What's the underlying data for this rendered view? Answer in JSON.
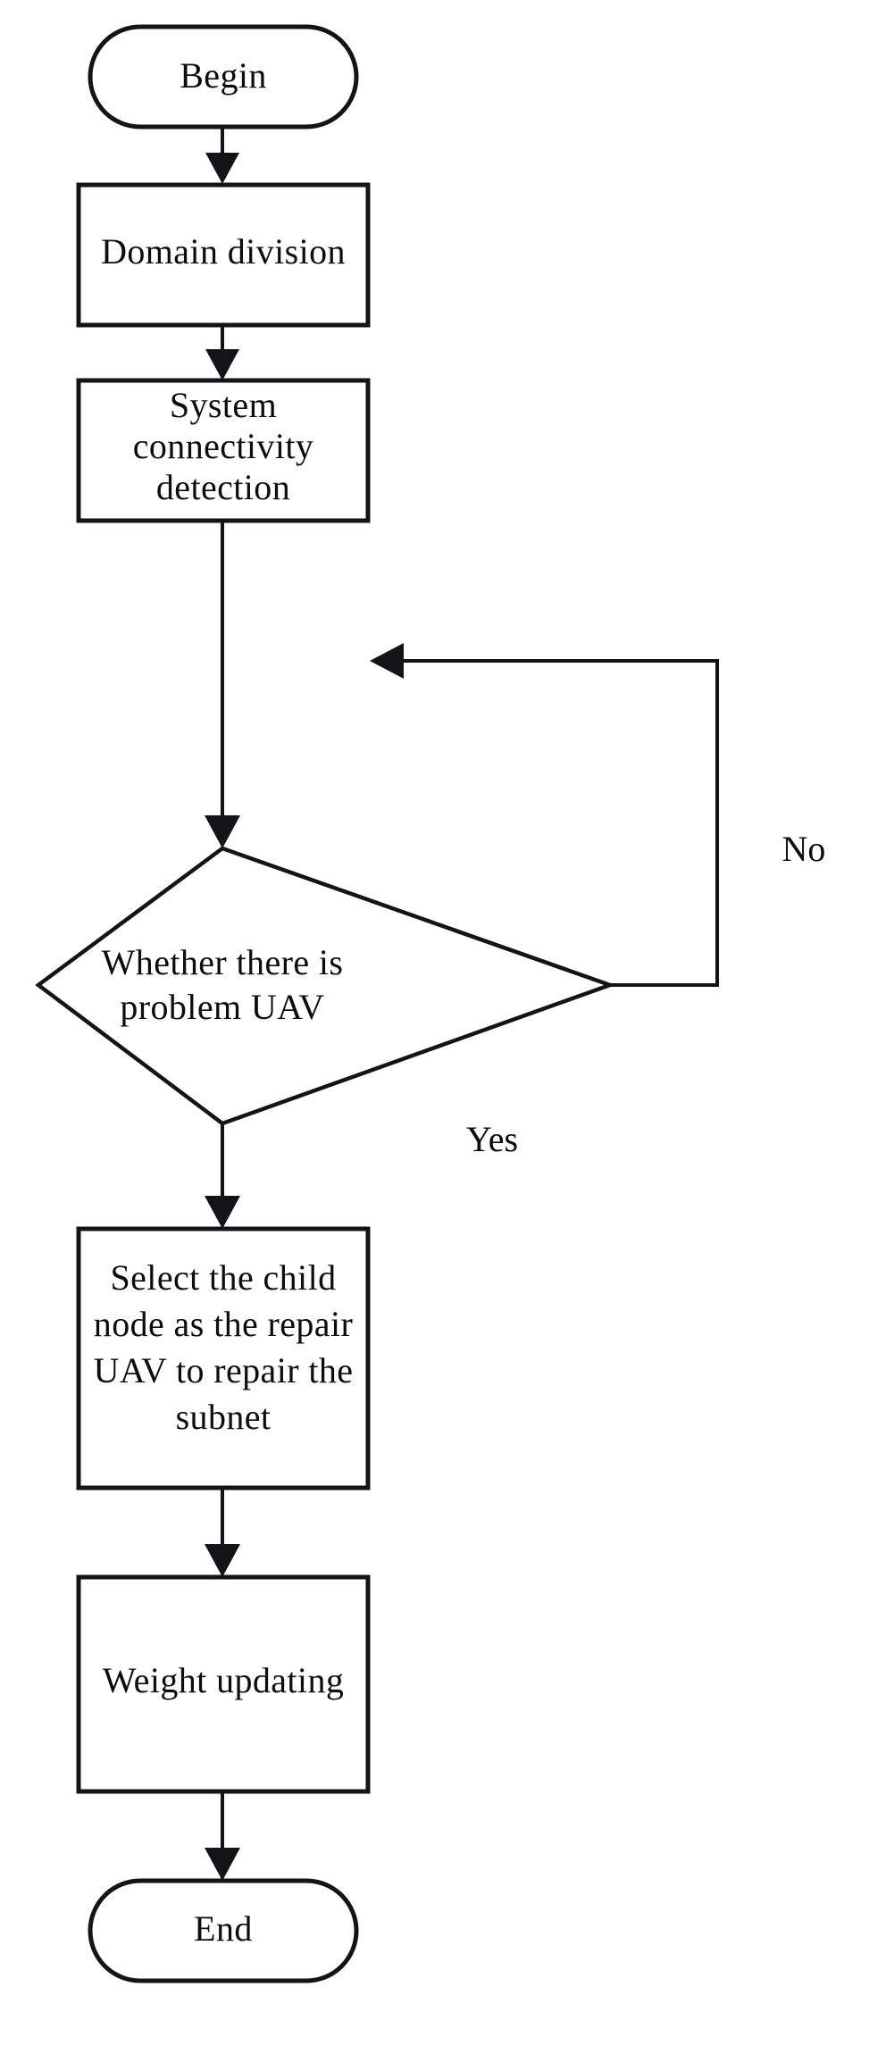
{
  "diagram": {
    "type": "flowchart",
    "title": "",
    "orientation": "top-to-bottom",
    "background_color": "#ffffff",
    "stroke_color": "#111418",
    "text_color": "#0b0d10",
    "nodes": [
      {
        "id": "begin",
        "shape": "terminator",
        "label": "Begin",
        "lines": [
          "Begin"
        ]
      },
      {
        "id": "domain-division",
        "shape": "process",
        "label": "Domain division",
        "lines": [
          "Domain division"
        ]
      },
      {
        "id": "system-connectivity-detection",
        "shape": "process",
        "label": "System connectivity detection",
        "lines": [
          "System",
          "connectivity",
          "detection"
        ]
      },
      {
        "id": "whether-problem-uav",
        "shape": "decision",
        "label": "Whether there is problem UAV",
        "lines": [
          "Whether there is",
          "problem UAV"
        ]
      },
      {
        "id": "select-child-node",
        "shape": "process",
        "label": "Select the child node as the repair UAV to repair the subnet",
        "lines": [
          "Select the child",
          "node as the repair",
          "UAV to repair the",
          "subnet"
        ]
      },
      {
        "id": "weight-updating",
        "shape": "process",
        "label": "Weight updating",
        "lines": [
          "Weight updating"
        ]
      },
      {
        "id": "end",
        "shape": "terminator",
        "label": "End",
        "lines": [
          "End"
        ]
      }
    ],
    "edges": [
      {
        "id": "e1",
        "from": "begin",
        "to": "domain-division",
        "label": ""
      },
      {
        "id": "e2",
        "from": "domain-division",
        "to": "system-connectivity-detection",
        "label": ""
      },
      {
        "id": "e3",
        "from": "system-connectivity-detection",
        "to": "whether-problem-uav",
        "label": ""
      },
      {
        "id": "e4",
        "from": "whether-problem-uav",
        "to": "system-connectivity-detection",
        "label": "No"
      },
      {
        "id": "e5",
        "from": "whether-problem-uav",
        "to": "select-child-node",
        "label": "Yes"
      },
      {
        "id": "e6",
        "from": "select-child-node",
        "to": "weight-updating",
        "label": ""
      },
      {
        "id": "e7",
        "from": "weight-updating",
        "to": "end",
        "label": ""
      }
    ],
    "edge_labels": {
      "no": "No",
      "yes": "Yes"
    }
  }
}
